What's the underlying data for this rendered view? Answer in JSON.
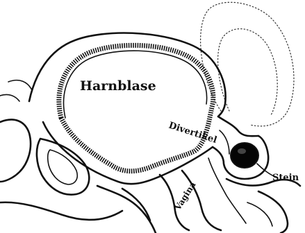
{
  "labels": {
    "bladder": "Harnblase",
    "diverticulum": "Divertikel",
    "stone": "Stein",
    "vagina": "Vagina"
  },
  "colors": {
    "ink": "#111111",
    "background": "#ffffff",
    "stone_fill": "#050505"
  }
}
